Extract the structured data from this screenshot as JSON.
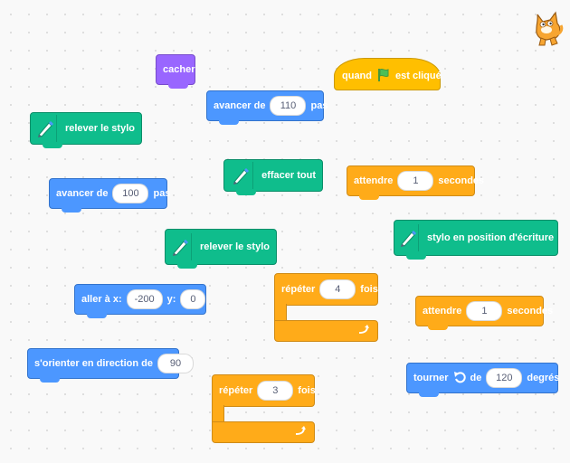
{
  "blocks": {
    "cacher": {
      "label": "cacher"
    },
    "quand_clique": {
      "prefix": "quand",
      "suffix": "est cliqué",
      "icon": "green-flag-icon"
    },
    "avancer_110": {
      "prefix": "avancer de",
      "value": "110",
      "suffix": "pas"
    },
    "relever_1": {
      "label": "relever le stylo",
      "icon": "pen-icon"
    },
    "effacer": {
      "label": "effacer tout",
      "icon": "pen-icon"
    },
    "attendre_1a": {
      "prefix": "attendre",
      "value": "1",
      "suffix": "secondes"
    },
    "avancer_100": {
      "prefix": "avancer de",
      "value": "100",
      "suffix": "pas"
    },
    "stylo_ecriture": {
      "label": "stylo en position d'écriture",
      "icon": "pen-icon"
    },
    "relever_2": {
      "label": "relever le stylo",
      "icon": "pen-icon"
    },
    "aller_xy": {
      "prefix": "aller à x:",
      "x": "-200",
      "mid": "y:",
      "y": "0"
    },
    "repeter_4": {
      "prefix": "répéter",
      "value": "4",
      "suffix": "fois"
    },
    "attendre_1b": {
      "prefix": "attendre",
      "value": "1",
      "suffix": "secondes"
    },
    "orienter": {
      "prefix": "s'orienter en direction de",
      "value": "90"
    },
    "tourner": {
      "prefix": "tourner",
      "mid": "de",
      "value": "120",
      "suffix": "degrés",
      "icon": "rotate-left-icon"
    },
    "repeter_3": {
      "prefix": "répéter",
      "value": "3",
      "suffix": "fois"
    }
  },
  "colors": {
    "motion": "#4c97ff",
    "looks": "#9966ff",
    "control": "#ffab19",
    "events": "#ffbf00",
    "pen": "#0fbd8c"
  },
  "sprite_icon": "scratch-cat-icon"
}
